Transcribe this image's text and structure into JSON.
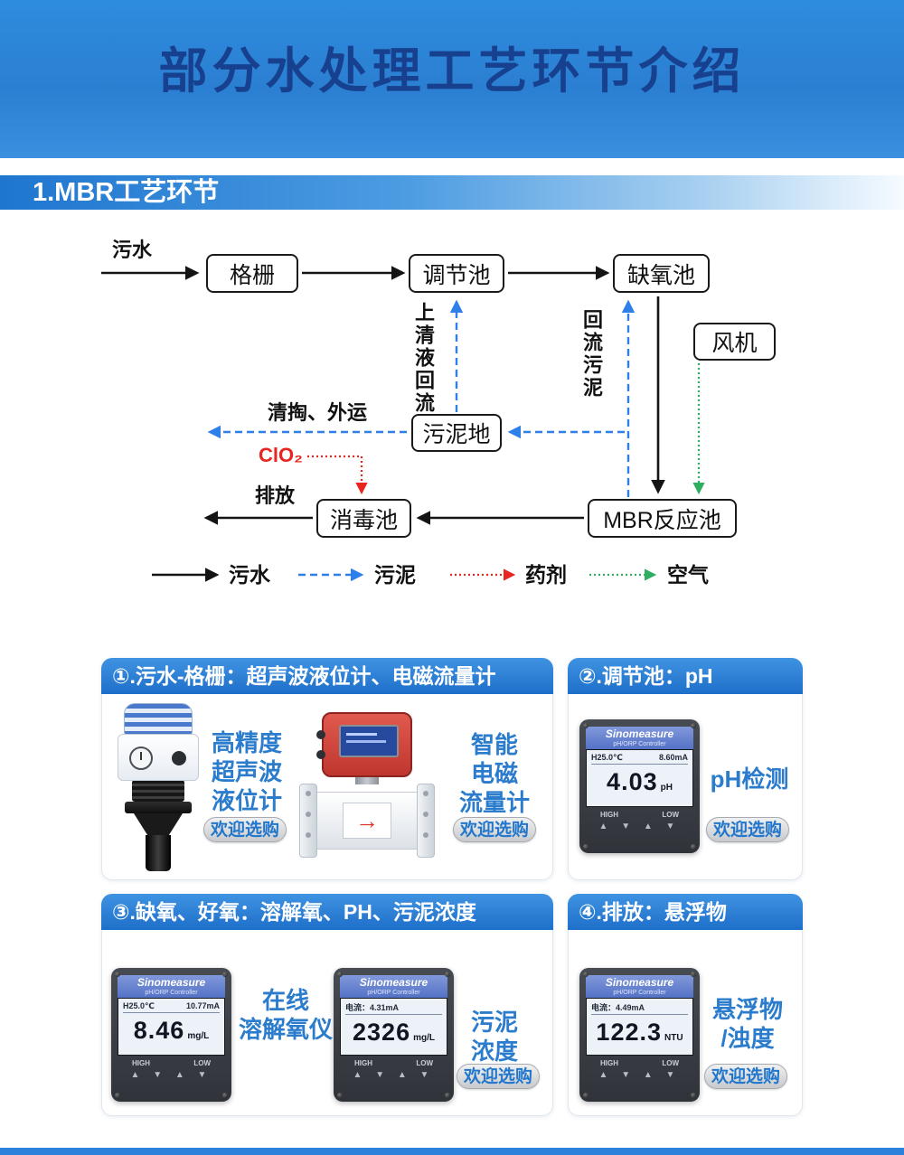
{
  "banner": {
    "title": "部分水处理工艺环节介绍"
  },
  "section": {
    "title": "1.MBR工艺环节"
  },
  "flowchart": {
    "nodes": {
      "inflow": "污水",
      "screen": "格栅",
      "regulating": "调节池",
      "anoxic": "缺氧池",
      "fan": "风机",
      "sludge_pit": "污泥地",
      "disinfection": "消毒池",
      "mbr": "MBR反应池"
    },
    "labels": {
      "supernatant_return": "上清液回流",
      "return_sludge": "回流污泥",
      "cleanout": "清掏、外运",
      "chemical": "ClO₂",
      "discharge": "排放"
    },
    "legend": [
      {
        "label": "污水",
        "style": "solid-black"
      },
      {
        "label": "污泥",
        "style": "dashed-blue"
      },
      {
        "label": "药剂",
        "style": "dotted-red"
      },
      {
        "label": "空气",
        "style": "dotted-green"
      }
    ],
    "colors": {
      "sewage": "#141414",
      "sludge": "#2f7fe8",
      "chemical": "#e8251f",
      "air": "#2fae62"
    }
  },
  "shared": {
    "meter_keys": "▲ ▼ ▲ ▼"
  },
  "cards": [
    {
      "title": "①.污水-格栅：超声波液位计、电磁流量计",
      "products": [
        {
          "type": "ultrasonic-level-meter",
          "label_lines": [
            "高精度",
            "超声波",
            "液位计"
          ],
          "badge": "欢迎选购"
        },
        {
          "type": "electromagnetic-flowmeter",
          "label_lines": [
            "智能",
            "电磁",
            "流量计"
          ],
          "badge": "欢迎选购",
          "arrow_icon": "→"
        }
      ]
    },
    {
      "title": "②.调节池：pH",
      "products": [
        {
          "type": "ph-controller",
          "label_lines": [
            "pH检测"
          ],
          "badge": "欢迎选购",
          "meter": {
            "brand": "Sinomeasure",
            "sub": "pH/ORP Controller",
            "row1_left": "H25.0℃",
            "row1_right": "8.60mA",
            "value": "4.03",
            "unit": "pH",
            "high": "HIGH",
            "low": "LOW"
          }
        }
      ]
    },
    {
      "title": "③.缺氧、好氧：溶解氧、PH、污泥浓度",
      "products": [
        {
          "type": "dissolved-oxygen-meter",
          "label_lines": [
            "在线",
            "溶解氧仪"
          ],
          "meter": {
            "brand": "Sinomeasure",
            "sub": "pH/ORP Controller",
            "row1_left": "H25.0℃",
            "row1_right": "10.77mA",
            "value": "8.46",
            "unit": "mg/L",
            "high": "HIGH",
            "low": "LOW"
          }
        },
        {
          "type": "sludge-concentration-meter",
          "label_lines": [
            "污泥",
            "浓度"
          ],
          "badge": "欢迎选购",
          "meter": {
            "brand": "Sinomeasure",
            "sub": "pH/ORP Controller",
            "row1_left": "电流：4.31mA",
            "row1_right": "",
            "value": "2326",
            "unit": "mg/L",
            "high": "HIGH",
            "low": "LOW"
          }
        }
      ]
    },
    {
      "title": "④.排放：悬浮物",
      "products": [
        {
          "type": "turbidity-meter",
          "label_lines": [
            "悬浮物",
            "/浊度"
          ],
          "badge": "欢迎选购",
          "meter": {
            "brand": "Sinomeasure",
            "sub": "pH/ORP Controller",
            "row1_left": "电流：4.49mA",
            "row1_right": "",
            "value": "122.3",
            "unit": "NTU",
            "high": "HIGH",
            "low": "LOW"
          }
        }
      ]
    }
  ]
}
